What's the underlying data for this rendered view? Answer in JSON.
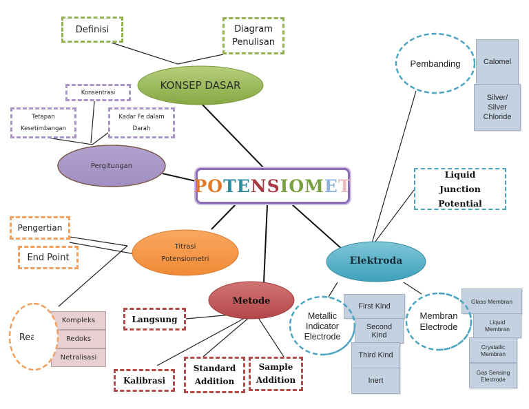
{
  "title": {
    "text": "POTENSIOMET",
    "letters": [
      {
        "ch": "P",
        "color": "#e0792a"
      },
      {
        "ch": "O",
        "color": "#e0792a"
      },
      {
        "ch": "T",
        "color": "#2e8aa0"
      },
      {
        "ch": "E",
        "color": "#2e8aa0"
      },
      {
        "ch": "N",
        "color": "#a83a44"
      },
      {
        "ch": "S",
        "color": "#a83a44"
      },
      {
        "ch": "I",
        "color": "#79a03f"
      },
      {
        "ch": "O",
        "color": "#79a03f"
      },
      {
        "ch": "M",
        "color": "#79a03f"
      },
      {
        "ch": "E",
        "color": "#8fb3dc"
      },
      {
        "ch": "T",
        "color": "#eab9bf"
      }
    ]
  },
  "colors": {
    "green": "#93b14f",
    "purple": "#a996c6",
    "orange": "#f0964a",
    "red": "#b94a4c",
    "blue": "#4aa3c0",
    "steel": "#c3d1e0",
    "pink": "#e8cfd1"
  },
  "konsep_dasar": {
    "label": "KONSEP DASAR",
    "children": [
      "Definisi",
      "Diagram Penulisan"
    ]
  },
  "pergitungan": {
    "label": "Pergitungan",
    "children": [
      "Konsentrasi",
      "Tetapan Kesetimbangan",
      "Kadar Fe dalam Darah"
    ]
  },
  "titrasi": {
    "label_line1": "Titrasi",
    "label_line2": "Potensiometri",
    "children": [
      "Pengertian",
      "End Point"
    ],
    "reaksi": {
      "label": "Reaksi",
      "items": [
        "Kompleks",
        "Redoks",
        "Netralisasi"
      ]
    }
  },
  "metode": {
    "label": "Metode",
    "children": [
      "Langsung",
      "Kalibrasi",
      "Standard Addition",
      "Sample Addition"
    ]
  },
  "elektroda": {
    "label": "Elektroda",
    "pembanding": {
      "label": "Pembanding",
      "items": [
        "Calomel",
        "Silver/ Silver Chloride"
      ]
    },
    "liquid_junction": "Liquid Junction Potential",
    "metallic": {
      "label": "Metallic Indicator Electrode",
      "items": [
        "First Kind",
        "Second Kind",
        "Third Kind",
        "Inert"
      ]
    },
    "membran": {
      "label": "Membran Electrode",
      "items": [
        "Glass Membran",
        "Liquid Membran",
        "Crystallic Membran",
        "Gas Sensing Electrode"
      ]
    }
  }
}
